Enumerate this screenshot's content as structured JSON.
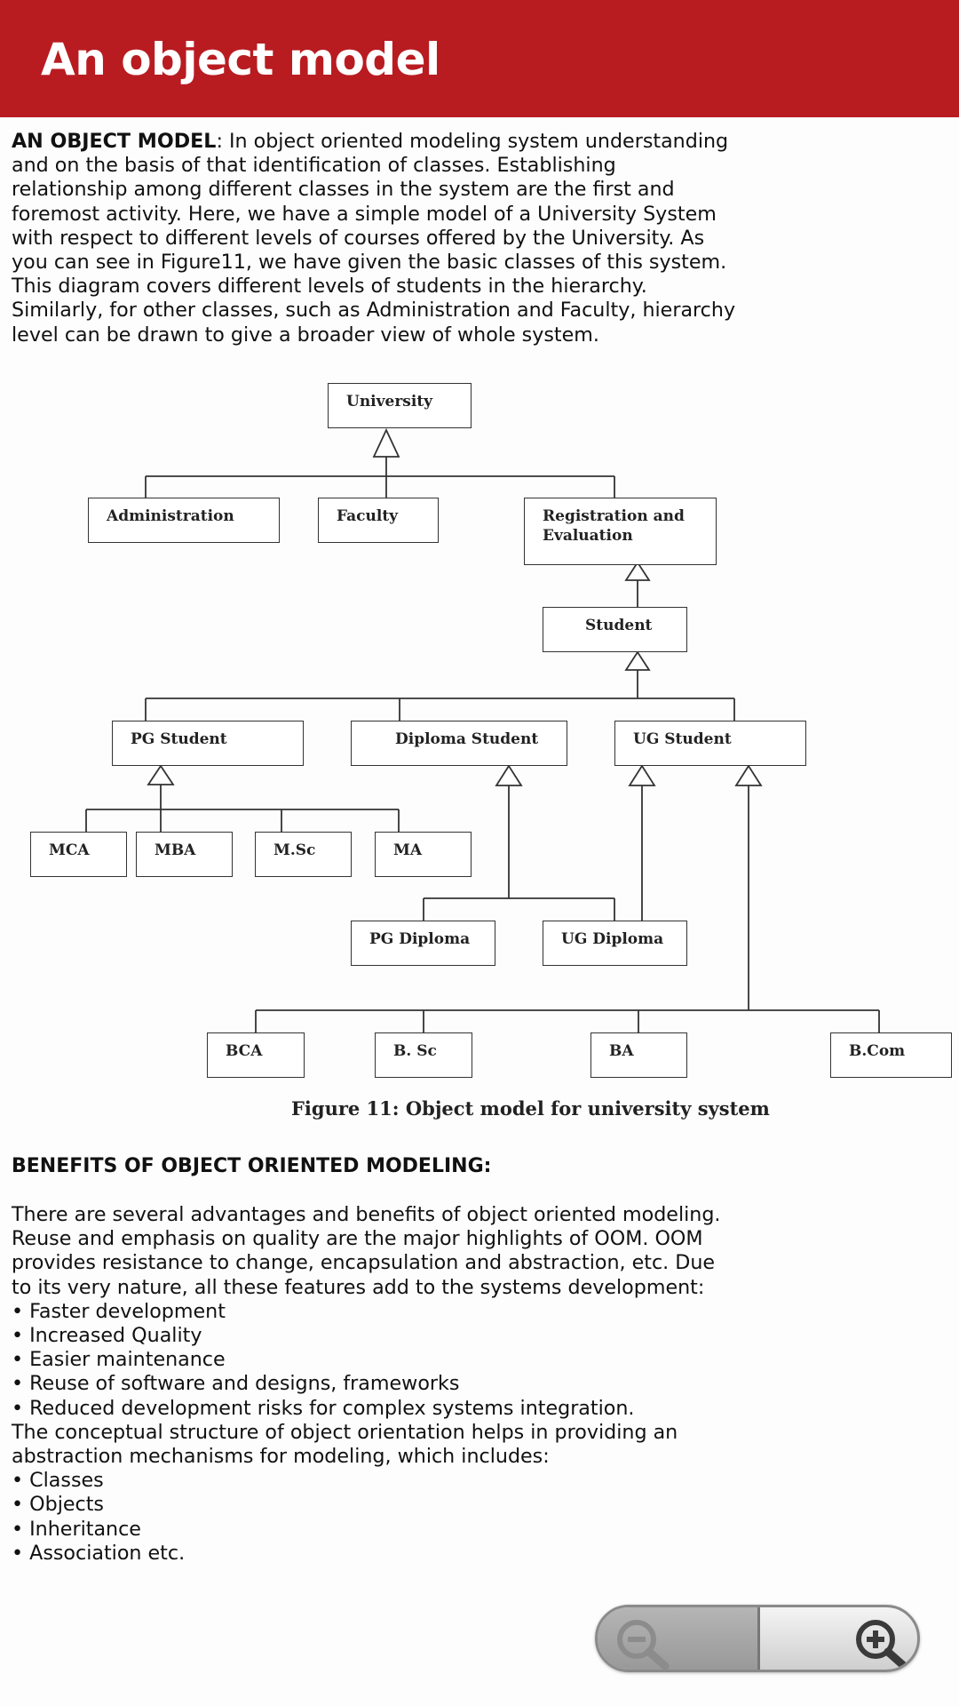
{
  "header": {
    "title": "An object model"
  },
  "intro": {
    "lead": "AN OBJECT MODEL",
    "lines": [
      ": In object oriented modeling system understanding",
      "and on the basis of that identification of classes. Establishing",
      "relationship among different classes in the system are the first and",
      "foremost activity. Here, we have a simple model of a University System",
      "with respect to different levels of courses offered by the University. As",
      "you can see in Figure11, we have given the basic classes of this system.",
      "This diagram covers different levels of students in the hierarchy.",
      "Similarly, for other classes, such as Administration and Faculty, hierarchy",
      "level can be drawn to give a broader view of whole system."
    ]
  },
  "diagram": {
    "boxes": {
      "university": "University",
      "administration": "Administration",
      "faculty": "Faculty",
      "registration_1": "Registration and",
      "registration_2": "Evaluation",
      "student": "Student",
      "pg_student": "PG Student",
      "diploma_student": "Diploma Student",
      "ug_student": "UG Student",
      "mca": "MCA",
      "mba": "MBA",
      "msc": "M.Sc",
      "ma": "MA",
      "pg_diploma": "PG Diploma",
      "ug_diploma": "UG Diploma",
      "bca": "BCA",
      "bsc": "B. Sc",
      "ba": "BA",
      "bcom": "B.Com"
    },
    "caption": "Figure 11: Object model for university system"
  },
  "benefits": {
    "heading": "BENEFITS OF OBJECT ORIENTED MODELING:",
    "lines": [
      "There are several advantages and benefits of object oriented modeling.",
      "Reuse and emphasis on quality are the major highlights of OOM. OOM",
      "provides resistance to change, encapsulation and abstraction, etc. Due",
      "to its very nature, all these features add to the systems development:",
      "• Faster development",
      "• Increased Quality",
      "• Easier maintenance",
      "• Reuse of software and designs, frameworks",
      "• Reduced development risks for complex systems integration.",
      "The conceptual structure of object orientation helps in providing an",
      "abstraction mechanisms for modeling, which includes:",
      "• Classes",
      "• Objects",
      "• Inheritance",
      "• Association etc."
    ]
  },
  "zoom": {
    "out_icon": "zoom-out-icon",
    "in_icon": "zoom-in-icon",
    "out_state": "disabled"
  }
}
